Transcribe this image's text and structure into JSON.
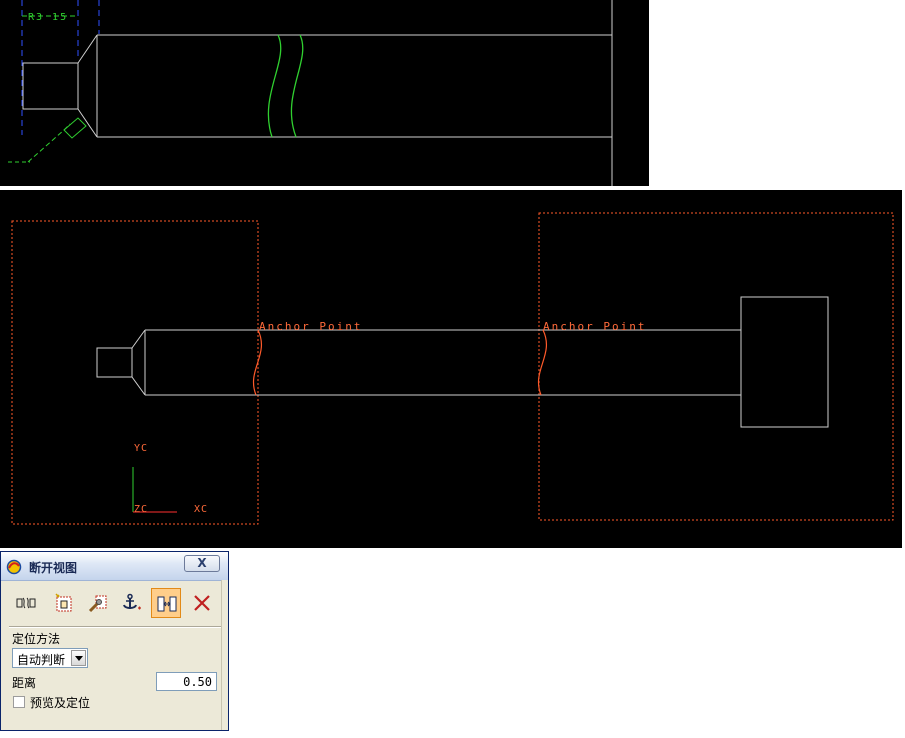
{
  "viewport_top": {
    "dimension_label": "R3 15"
  },
  "viewport_main": {
    "anchor_labels": [
      "Anchor Point",
      "Anchor Point"
    ],
    "axes": {
      "y": "YC",
      "z": "ZC",
      "x": "XC"
    }
  },
  "dialog": {
    "title": "断开视图",
    "close_label": "X",
    "toolbar_icons": [
      "break-shaft-icon",
      "break-region-icon",
      "edit-break-icon",
      "anchor-point-icon",
      "move-break-icon",
      "delete-break-icon"
    ],
    "active_tool": "move-break-icon",
    "method_label": "定位方法",
    "method_value": "自动判断",
    "distance_label": "距离",
    "distance_value": "0.50",
    "preview_label": "预览及定位",
    "preview_checked": false
  }
}
